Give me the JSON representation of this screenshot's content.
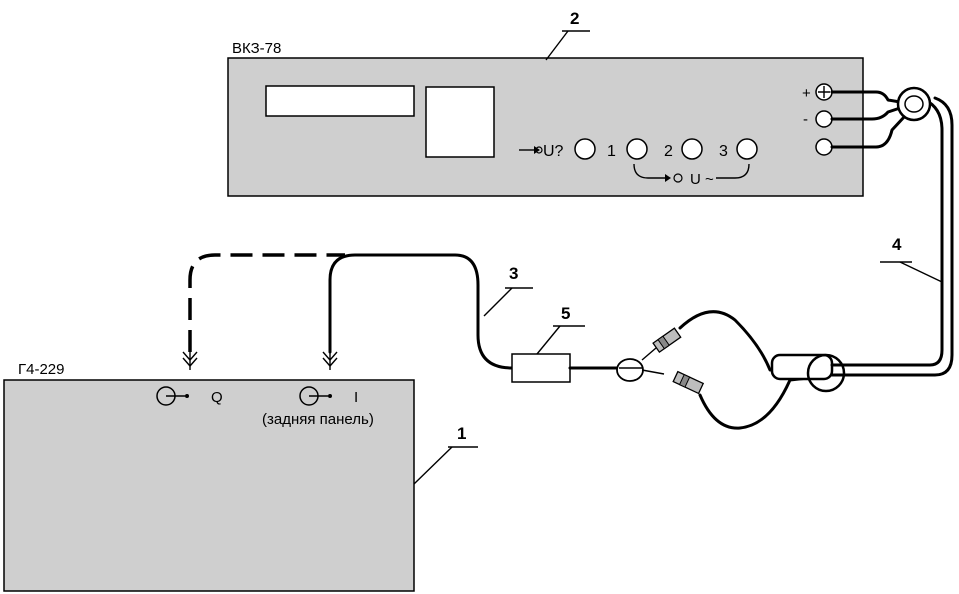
{
  "devices": {
    "voltmeter": {
      "name": "ВКЗ-78",
      "number": "2"
    },
    "generator": {
      "name": "Г4-229",
      "number": "1",
      "rear_note": "(задняя панель)"
    }
  },
  "voltmeter_controls": {
    "dc_input": "U?",
    "ac_inputs": [
      "1",
      "2",
      "3"
    ],
    "ac_group": "U ~",
    "polarity": {
      "plus": "+",
      "minus": "-"
    }
  },
  "generator_outputs": {
    "q": "Q",
    "i": "I"
  },
  "callouts": {
    "cable_3": "3",
    "cable_4": "4",
    "attenuator_5": "5"
  },
  "colors": {
    "panel": "#cfcfcf",
    "wire": "#000000"
  }
}
